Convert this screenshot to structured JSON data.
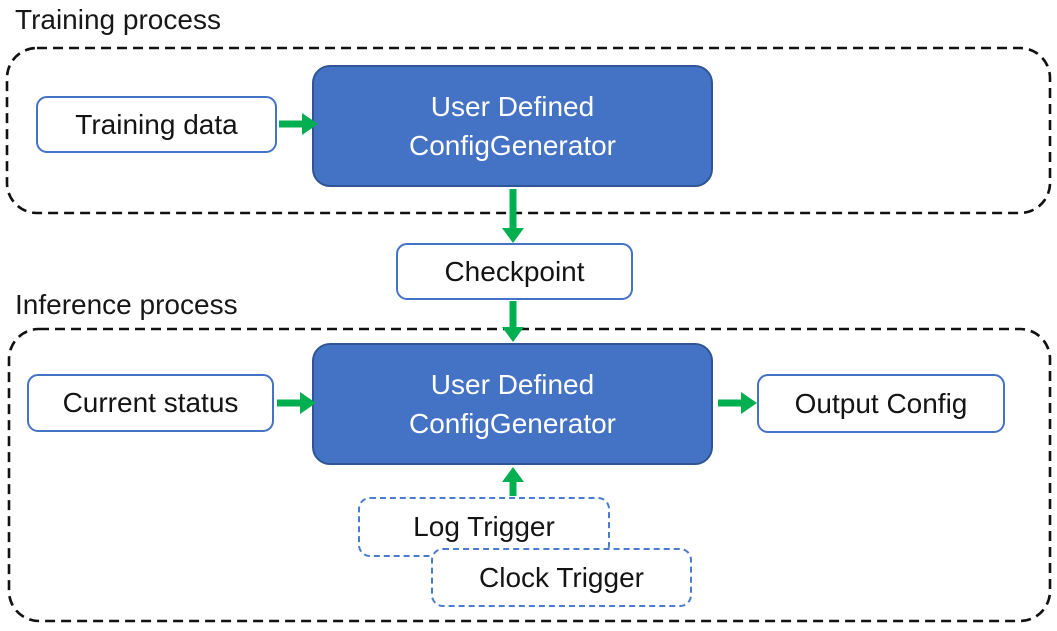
{
  "colors": {
    "generator_fill": "#4472C4",
    "generator_border": "#2F5597",
    "box_border_blue": "#4472C4",
    "trigger_dash_blue": "#4A7BCC",
    "arrow_green": "#00B050",
    "container_dash_black": "#111111",
    "text_black": "#141414",
    "generator_text": "#ffffff"
  },
  "training": {
    "title": "Training process",
    "input_box": "Training data",
    "generator": {
      "line1": "User Defined",
      "line2": "ConfigGenerator"
    }
  },
  "checkpoint_label": "Checkpoint",
  "inference": {
    "title": "Inference process",
    "input_box": "Current status",
    "generator": {
      "line1": "User Defined",
      "line2": "ConfigGenerator"
    },
    "output_box": "Output Config",
    "triggers": [
      {
        "label": "Log Trigger"
      },
      {
        "label": "Clock Trigger"
      }
    ]
  }
}
